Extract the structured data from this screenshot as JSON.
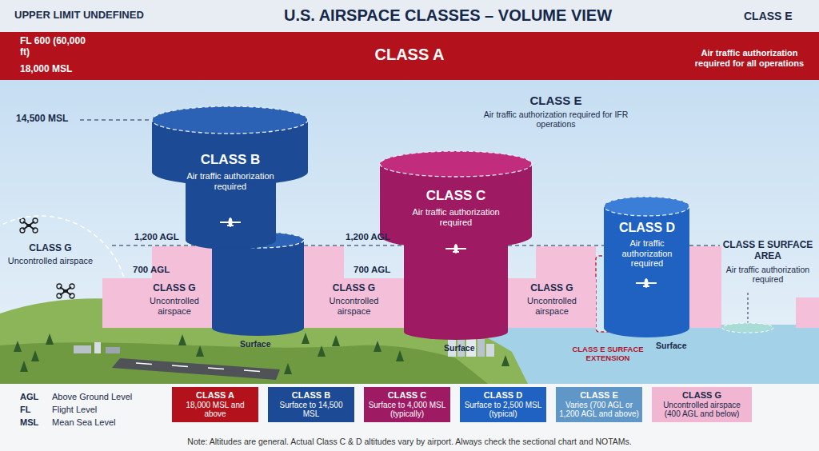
{
  "diagram": {
    "title": "U.S. AIRSPACE CLASSES – VOLUME VIEW",
    "caption": "Note: Altitudes are general. Actual Class C & D altitudes vary by airport. Always check the sectional chart and NOTAMs.",
    "nodes": [
      {
        "text": [
          "FL 600 (60,000 ft)",
          "18,000 MSL",
          "CLASS A",
          "Air traffic authorization required for all operations"
        ]
      },
      {
        "text": [
          "CLASS G",
          "Uncontrolled airspace"
        ]
      },
      {
        "text": [
          "CLASS G",
          "Uncontrolled airspace"
        ]
      },
      {
        "text": [
          "CLASS B",
          "Air traffic authorization required"
        ]
      },
      {
        "text": [
          "CLASS G",
          "Uncontrolled airspace"
        ]
      },
      {
        "text": [
          "CLASS C",
          "Air traffic authorization required"
        ]
      },
      {
        "text": [
          "CLASS G",
          "Uncontrolled airspace"
        ]
      },
      {
        "text": [
          "CLASS D",
          "Air traffic authorization required"
        ]
      },
      {
        "text": [
          "CLASS E SURFACE AREA",
          "Air traffic authorization required"
        ]
      },
      {
        "text": [
          "CLASS A",
          "18,000 MSL and above"
        ]
      },
      {
        "text": [
          "CLASS B",
          "Surface to 14,500 MSL"
        ]
      },
      {
        "text": [
          "CLASS C",
          "Surface to 4,000 MSL (typically)"
        ]
      },
      {
        "text": [
          "CLASS D",
          "Surface to 2,500 MSL (typical)"
        ]
      },
      {
        "text": [
          "CLASS E",
          "Varies (700 AGL or 1,200 AGL and above)"
        ]
      },
      {
        "text": [
          "CLASS G",
          "Uncontrolled airspace (400 AGL and below)"
        ]
      }
    ],
    "labels": [
      "UPPER LIMIT UNDEFINED",
      "CLASS E",
      "14,500 MSL",
      "CLASS E",
      "Air traffic authorization required for IFR operations",
      "1,200 AGL",
      "700 AGL",
      "1,200 AGL",
      "700 AGL",
      "Surface",
      "Surface",
      "CLASS E SURFACE EXTENSION",
      "Surface",
      "AGL",
      "Above Ground Level",
      "FL",
      "Flight Level",
      "MSL",
      "Mean Sea Level"
    ]
  }
}
